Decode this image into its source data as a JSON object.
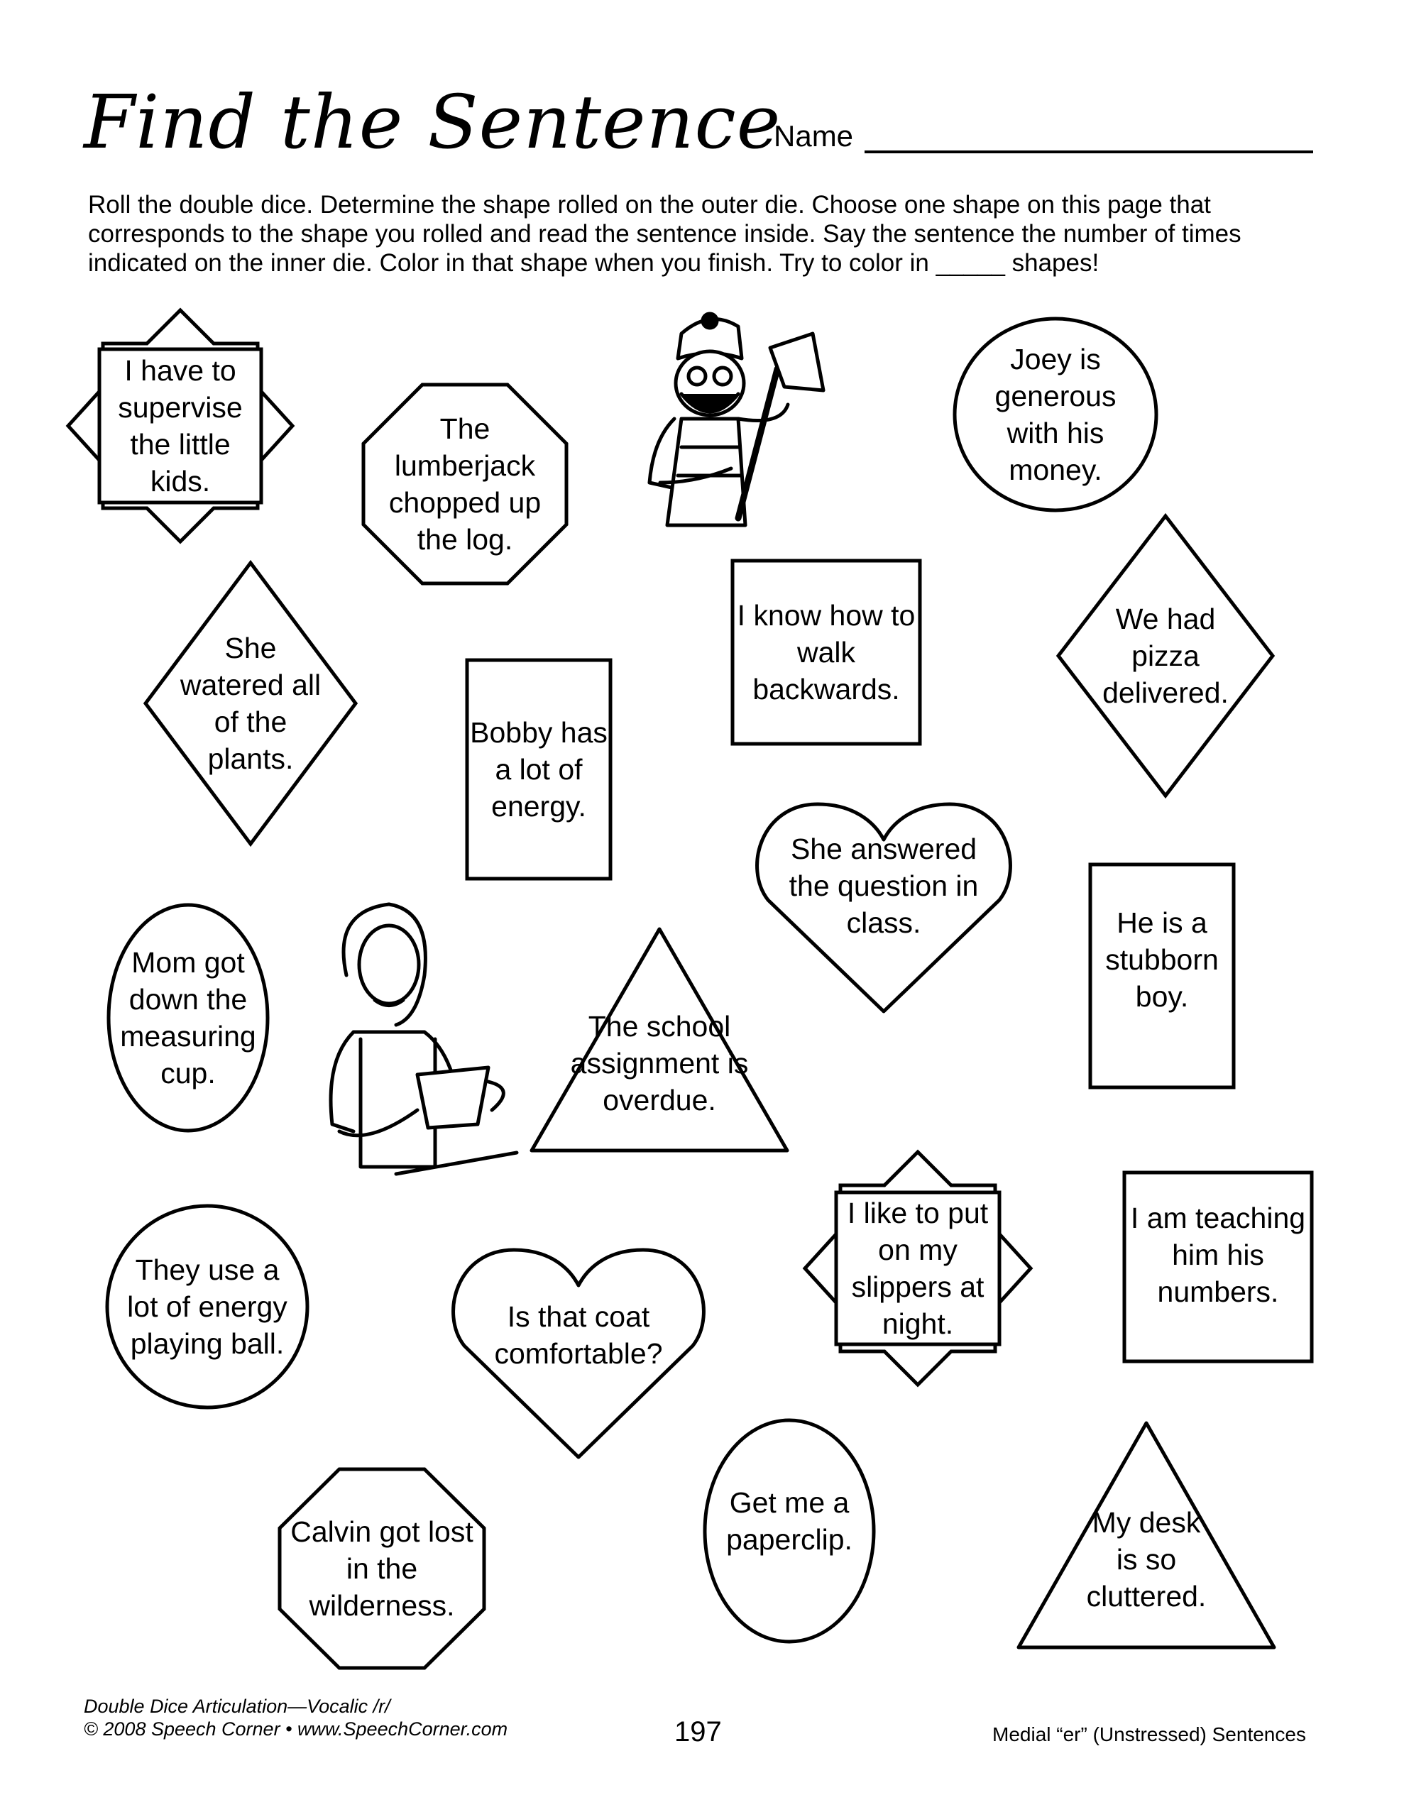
{
  "header": {
    "title": "Find the Sentence",
    "name_label": "Name"
  },
  "instructions": "Roll the double dice.  Determine the shape rolled on the outer die.  Choose one shape on this page that corresponds to the shape you rolled and read the sentence inside.  Say the sentence the number of times indicated on the inner die.  Color in that shape when you finish.  Try to color in _____ shapes!",
  "shapes": [
    {
      "shape": "star",
      "text": "I have to supervise the little kids."
    },
    {
      "shape": "octagon",
      "text": "The lumberjack chopped up the log."
    },
    {
      "shape": "circle",
      "text": "Joey is generous with his money."
    },
    {
      "shape": "rectangle",
      "text": "I know how to walk backwards."
    },
    {
      "shape": "diamond",
      "text": "She watered all of the plants."
    },
    {
      "shape": "rectangle",
      "text": "Bobby has a lot of energy."
    },
    {
      "shape": "diamond",
      "text": "We had pizza delivered."
    },
    {
      "shape": "heart",
      "text": "She answered the question in class."
    },
    {
      "shape": "circle",
      "text": "Mom got down the measuring cup."
    },
    {
      "shape": "rectangle",
      "text": "He is a stubborn boy."
    },
    {
      "shape": "triangle",
      "text": "The school assignment is overdue."
    },
    {
      "shape": "star",
      "text": "I like to put on my slippers at night."
    },
    {
      "shape": "rectangle",
      "text": "I am teaching him his numbers."
    },
    {
      "shape": "circle",
      "text": "They use a lot of energy playing ball."
    },
    {
      "shape": "heart",
      "text": "Is that coat comfortable?"
    },
    {
      "shape": "octagon",
      "text": "Calvin got lost in the wilderness."
    },
    {
      "shape": "circle",
      "text": "Get me a paperclip."
    },
    {
      "shape": "triangle",
      "text": "My desk is so cluttered."
    }
  ],
  "footer": {
    "book": "Double Dice Articulation—Vocalic /r/",
    "copyright": "© 2008 Speech Corner • www.SpeechCorner.com",
    "page_number": "197",
    "section": "Medial “er” (Unstressed) Sentences"
  }
}
